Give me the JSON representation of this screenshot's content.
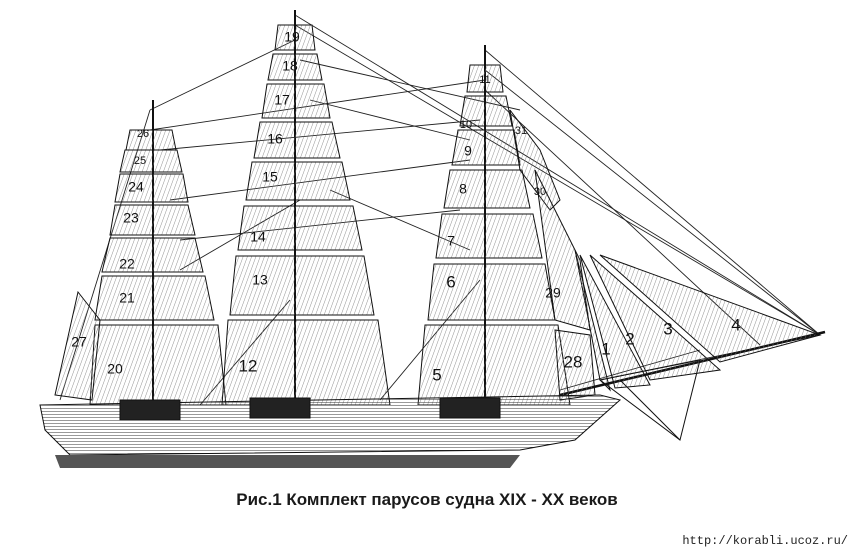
{
  "figure": {
    "caption": "Рис.1 Комплект парусов судна XIX - XX веков",
    "source_url": "http://korabli.ucoz.ru/",
    "labels": [
      "1",
      "2",
      "3",
      "4",
      "5",
      "6",
      "7",
      "8",
      "9",
      "10",
      "11",
      "12",
      "13",
      "14",
      "15",
      "16",
      "17",
      "18",
      "19",
      "20",
      "21",
      "22",
      "23",
      "24",
      "25",
      "26",
      "27",
      "28",
      "29",
      "30",
      "31"
    ]
  }
}
